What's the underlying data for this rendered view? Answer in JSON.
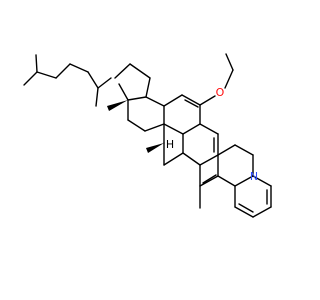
{
  "figure": {
    "type": "chemical-structure",
    "atoms": {
      "oxygen": {
        "symbol": "O",
        "color": "#ff0d0d"
      },
      "nitrogen": {
        "symbol": "N",
        "color": "#3050f8"
      },
      "hydrogen": {
        "symbol": "H",
        "color": "#000000"
      }
    },
    "bond_color": "#000000"
  }
}
